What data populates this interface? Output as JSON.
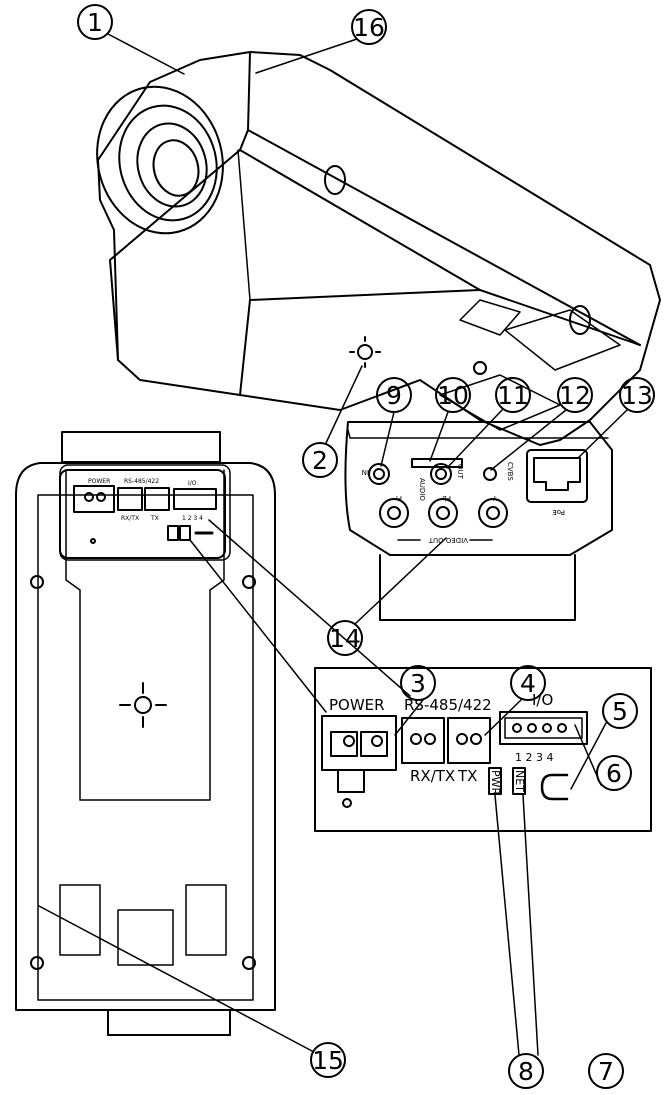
{
  "callouts": {
    "c1": "1",
    "c2": "2",
    "c3": "3",
    "c4": "4",
    "c5": "5",
    "c6": "6",
    "c7": "7",
    "c8": "8",
    "c9": "9",
    "c10": "10",
    "c11": "11",
    "c12": "12",
    "c13": "13",
    "c14": "14",
    "c15": "15",
    "c16": "16"
  },
  "connector_panel": {
    "power": "POWER",
    "rs485": "RS-485/422",
    "io": "I/O",
    "rxtx": "RX/TX",
    "tx": "TX",
    "io_pins": "1 2 3 4",
    "pwr": "PWR",
    "net": "NET"
  },
  "av_panel": {
    "in": "IN",
    "audio": "AUDIO",
    "out": "OUT",
    "cvbs": "CVBS",
    "pr": "Pr",
    "pb": "Pb",
    "y": "Y",
    "video_out": "VIDEO OUT",
    "poe": "PoE"
  },
  "colors": {
    "line": "#000000",
    "background": "#ffffff"
  }
}
